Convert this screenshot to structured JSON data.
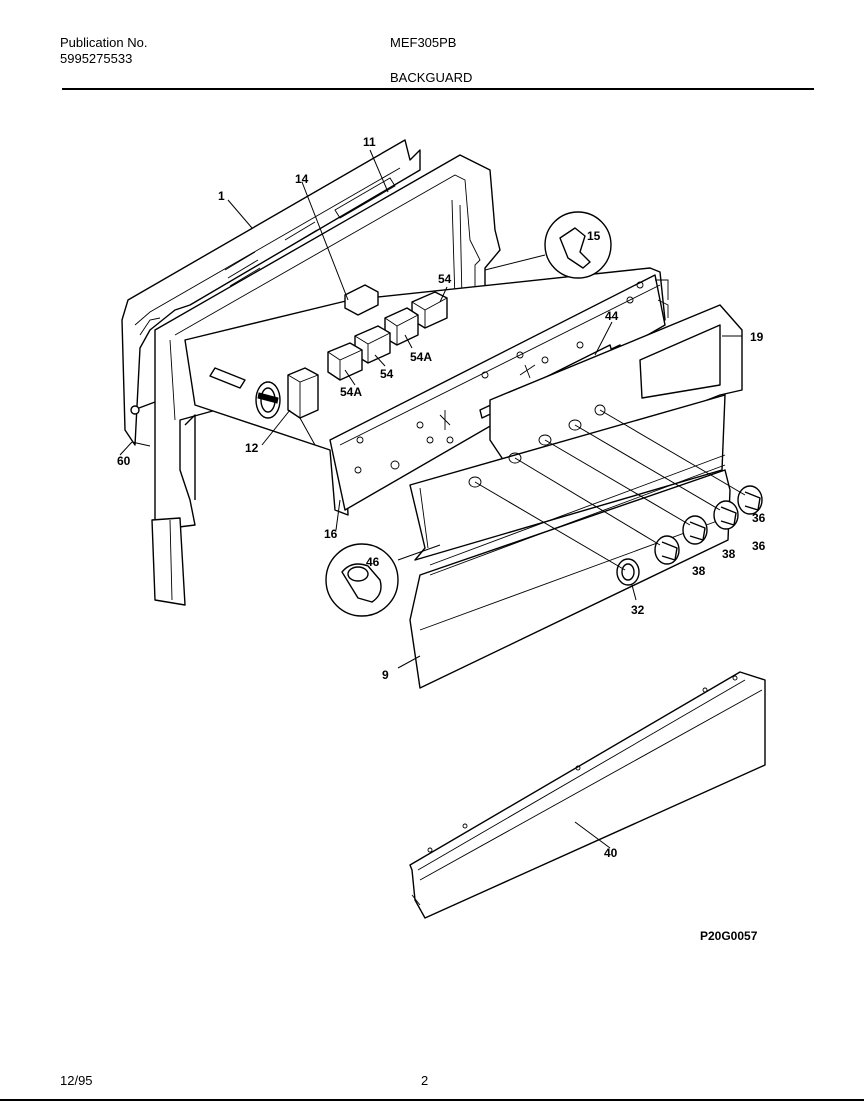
{
  "header": {
    "publication_label": "Publication No.",
    "publication_number": "5995275533",
    "model": "MEF305PB",
    "section_title": "BACKGUARD"
  },
  "parts": [
    {
      "id": "1",
      "label": "1"
    },
    {
      "id": "11",
      "label": "11"
    },
    {
      "id": "14",
      "label": "14"
    },
    {
      "id": "15",
      "label": "15"
    },
    {
      "id": "54",
      "label": "54"
    },
    {
      "id": "44",
      "label": "44"
    },
    {
      "id": "19",
      "label": "19"
    },
    {
      "id": "54A",
      "label": "54A"
    },
    {
      "id": "12",
      "label": "12"
    },
    {
      "id": "60",
      "label": "60"
    },
    {
      "id": "16",
      "label": "16"
    },
    {
      "id": "46",
      "label": "46"
    },
    {
      "id": "36",
      "label": "36"
    },
    {
      "id": "38",
      "label": "38"
    },
    {
      "id": "32",
      "label": "32"
    },
    {
      "id": "9",
      "label": "9"
    },
    {
      "id": "40",
      "label": "40"
    }
  ],
  "callouts": {
    "c1": "1",
    "c11": "11",
    "c14": "14",
    "c15": "15",
    "c54_top": "54",
    "c44": "44",
    "c19": "19",
    "c54A_a": "54A",
    "c54_mid": "54",
    "c54A_b": "54A",
    "c12": "12",
    "c60": "60",
    "c16": "16",
    "c46": "46",
    "c36_a": "36",
    "c36_b": "36",
    "c38_a": "38",
    "c38_b": "38",
    "c32": "32",
    "c9": "9",
    "c40": "40"
  },
  "diagram_code": "P20G0057",
  "footer": {
    "date": "12/95",
    "page": "2"
  }
}
